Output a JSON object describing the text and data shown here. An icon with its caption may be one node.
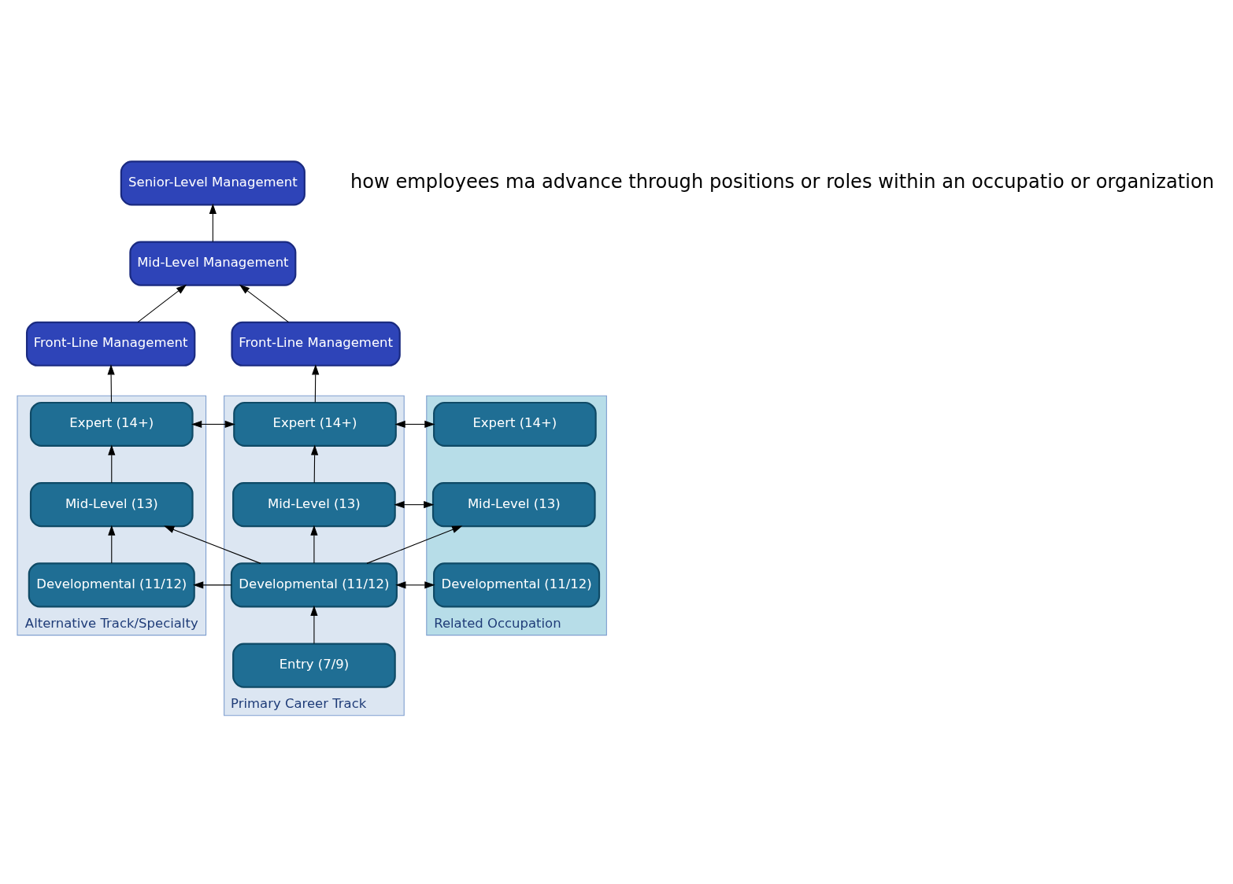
{
  "diagram": {
    "nodes": [
      {
        "text": [
          "Senior-Level Management"
        ]
      },
      {
        "text": [
          "Mid-Level Management"
        ]
      },
      {
        "text": [
          "Front-Line Management"
        ]
      },
      {
        "text": [
          "Front-Line Management"
        ]
      },
      {
        "text": [
          "Alternative Track/Specialty"
        ]
      },
      {
        "text": [
          "Expert (14+)"
        ],
        "in": 4
      },
      {
        "text": [
          "Mid-Level (13)"
        ],
        "in": 4
      },
      {
        "text": [
          "Developmental (11/12)"
        ],
        "in": 4
      },
      {
        "text": [
          "Primary Career Track"
        ]
      },
      {
        "text": [
          "Expert (14+)"
        ],
        "in": 8
      },
      {
        "text": [
          "Mid-Level (13)"
        ],
        "in": 8
      },
      {
        "text": [
          "Developmental (11/12)"
        ],
        "in": 8
      },
      {
        "text": [
          "Entry (7/9)"
        ],
        "in": 8
      },
      {
        "text": [
          "Related Occupation"
        ]
      },
      {
        "text": [
          "Expert (14+)"
        ],
        "in": 13
      },
      {
        "text": [
          "Mid-Level (13)"
        ],
        "in": 13
      },
      {
        "text": [
          "Developmental (11/12)"
        ],
        "in": 13
      }
    ],
    "edges": [
      {
        "from": 1,
        "to": 0,
        "arrow": "to"
      },
      {
        "from": 2,
        "to": 1,
        "arrow": "to"
      },
      {
        "from": 3,
        "to": 1,
        "arrow": "to"
      },
      {
        "from": 5,
        "to": 2,
        "arrow": "to"
      },
      {
        "from": 9,
        "to": 3,
        "arrow": "to"
      },
      {
        "from": 5,
        "to": 9,
        "arrow": "both"
      },
      {
        "from": 9,
        "to": 14,
        "arrow": "both"
      },
      {
        "from": 6,
        "to": 5,
        "arrow": "to"
      },
      {
        "from": 10,
        "to": 9,
        "arrow": "to"
      },
      {
        "from": 10,
        "to": 15,
        "arrow": "both"
      },
      {
        "from": 7,
        "to": 6,
        "arrow": "to"
      },
      {
        "from": 11,
        "to": 6,
        "arrow": "to"
      },
      {
        "from": 11,
        "to": 10,
        "arrow": "to"
      },
      {
        "from": 11,
        "to": 15,
        "arrow": "to"
      },
      {
        "from": 11,
        "to": 7,
        "arrow": "to"
      },
      {
        "from": 11,
        "to": 16,
        "arrow": "both"
      },
      {
        "from": 12,
        "to": 11,
        "arrow": "to"
      }
    ],
    "labels": [
      "how employees ma advance through positions or roles within an occupatio or organization"
    ]
  }
}
